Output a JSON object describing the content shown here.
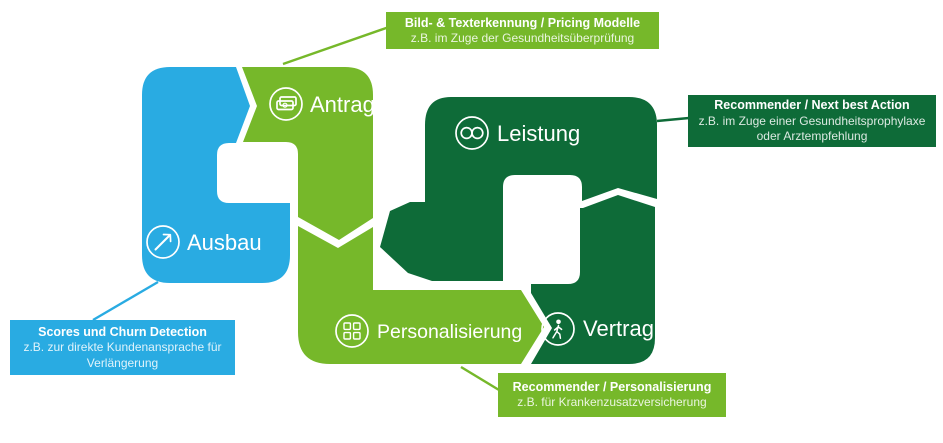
{
  "colors": {
    "blue": "#29abe2",
    "light_green": "#76b82a",
    "dark_green": "#0e6b38",
    "white": "#ffffff"
  },
  "stages": {
    "antrag": {
      "label": "Antrag",
      "icon": "banknote-icon"
    },
    "leistung": {
      "label": "Leistung",
      "icon": "infinity-icon"
    },
    "ausbau": {
      "label": "Ausbau",
      "icon": "trend-arrow-icon"
    },
    "personalisierung": {
      "label": "Personalisierung",
      "icon": "grid-icon"
    },
    "vertrag": {
      "label": "Vertrag",
      "icon": "walking-person-icon"
    }
  },
  "callouts": {
    "top": {
      "title": "Bild- & Texterkennung / Pricing Modelle",
      "subtitle": "z.B. im Zuge der Gesundheitsüberprüfung"
    },
    "right": {
      "title": "Recommender / Next best Action",
      "subtitle": "z.B. im Zuge einer Gesundheitsprophylaxe oder Arztempfehlung"
    },
    "bottom_left": {
      "title": "Scores und Churn Detection",
      "subtitle": "z.B. zur direkte Kundenansprache für Verlängerung"
    },
    "bottom_center": {
      "title": "Recommender / Personalisierung",
      "subtitle": "z.B. für Krankenzusatzversicherung"
    }
  }
}
